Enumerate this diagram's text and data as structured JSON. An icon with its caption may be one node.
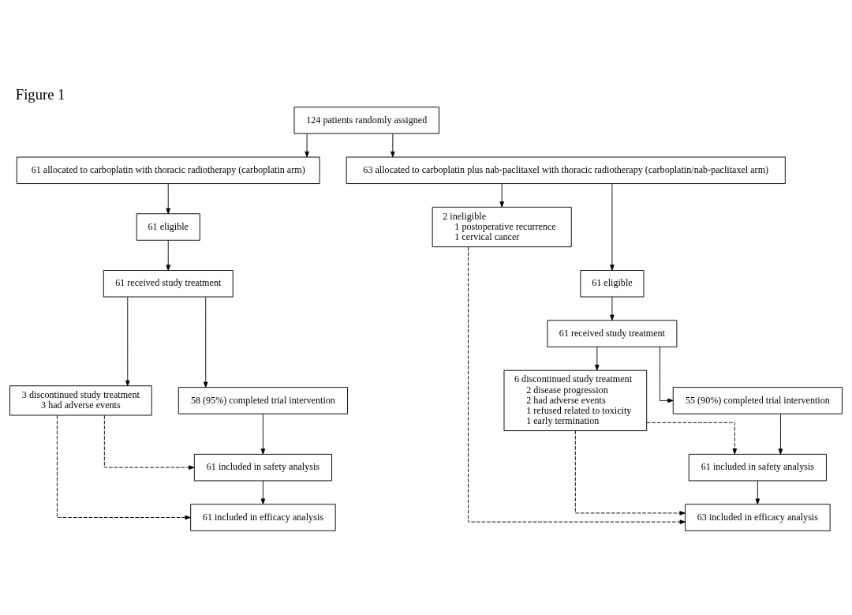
{
  "diagram": {
    "title": "Figure 1",
    "nodes": [
      {
        "text": [
          "124 patients randomly assigned"
        ]
      },
      {
        "text": [
          "61 allocated to carboplatin with thoracic radiotherapy (carboplatin arm)"
        ]
      },
      {
        "text": [
          "63 allocated to carboplatin plus nab-paclitaxel with thoracic radiotherapy (carboplatin/nab-paclitaxel arm)"
        ]
      },
      {
        "text": [
          "61 eligible"
        ]
      },
      {
        "text": [
          "2 ineligible",
          "1 postoperative recurrence",
          "1 cervical cancer"
        ]
      },
      {
        "text": [
          "61 eligible"
        ]
      },
      {
        "text": [
          "61 received study treatment"
        ]
      },
      {
        "text": [
          "61 received study treatment"
        ]
      },
      {
        "text": [
          "3 discontinued study treatment",
          "3 had adverse events"
        ]
      },
      {
        "text": [
          "6 discontinued study treatment",
          "2 disease progression",
          "2 had adverse events",
          "1 refused related to toxicity",
          "1 early termination"
        ]
      },
      {
        "text": [
          "58 (95%) completed trial intervention"
        ]
      },
      {
        "text": [
          "55 (90%) completed trial intervention"
        ]
      },
      {
        "text": [
          "61 included in safety analysis"
        ]
      },
      {
        "text": [
          "61 included in safety analysis"
        ]
      },
      {
        "text": [
          "61 included in efficacy analysis"
        ]
      },
      {
        "text": [
          "63 included in efficacy analysis"
        ]
      }
    ],
    "edges": [
      {
        "from": 0,
        "to": 1,
        "arrow": "to"
      },
      {
        "from": 0,
        "to": 2,
        "arrow": "to"
      },
      {
        "from": 1,
        "to": 3,
        "arrow": "to"
      },
      {
        "from": 2,
        "to": 4,
        "arrow": "to"
      },
      {
        "from": 2,
        "to": 5,
        "arrow": "to"
      },
      {
        "from": 3,
        "to": 6,
        "arrow": "to"
      },
      {
        "from": 5,
        "to": 7,
        "arrow": "to"
      },
      {
        "from": 6,
        "to": 8,
        "arrow": "to"
      },
      {
        "from": 6,
        "to": 10,
        "arrow": "to"
      },
      {
        "from": 7,
        "to": 9,
        "arrow": "to"
      },
      {
        "from": 7,
        "to": 11,
        "arrow": "to"
      },
      {
        "from": 10,
        "to": 12,
        "arrow": "to"
      },
      {
        "from": 12,
        "to": 14,
        "arrow": "to"
      },
      {
        "from": 11,
        "to": 13,
        "arrow": "to"
      },
      {
        "from": 13,
        "to": 15,
        "arrow": "to"
      },
      {
        "from": 8,
        "to": 12,
        "arrow": "to",
        "style": "dashed"
      },
      {
        "from": 8,
        "to": 14,
        "arrow": "to",
        "style": "dashed"
      },
      {
        "from": 4,
        "to": 15,
        "arrow": "to",
        "style": "dashed"
      },
      {
        "from": 9,
        "to": 15,
        "arrow": "to",
        "style": "dashed"
      },
      {
        "from": 9,
        "to": 13,
        "arrow": "to",
        "style": "dashed"
      }
    ]
  }
}
